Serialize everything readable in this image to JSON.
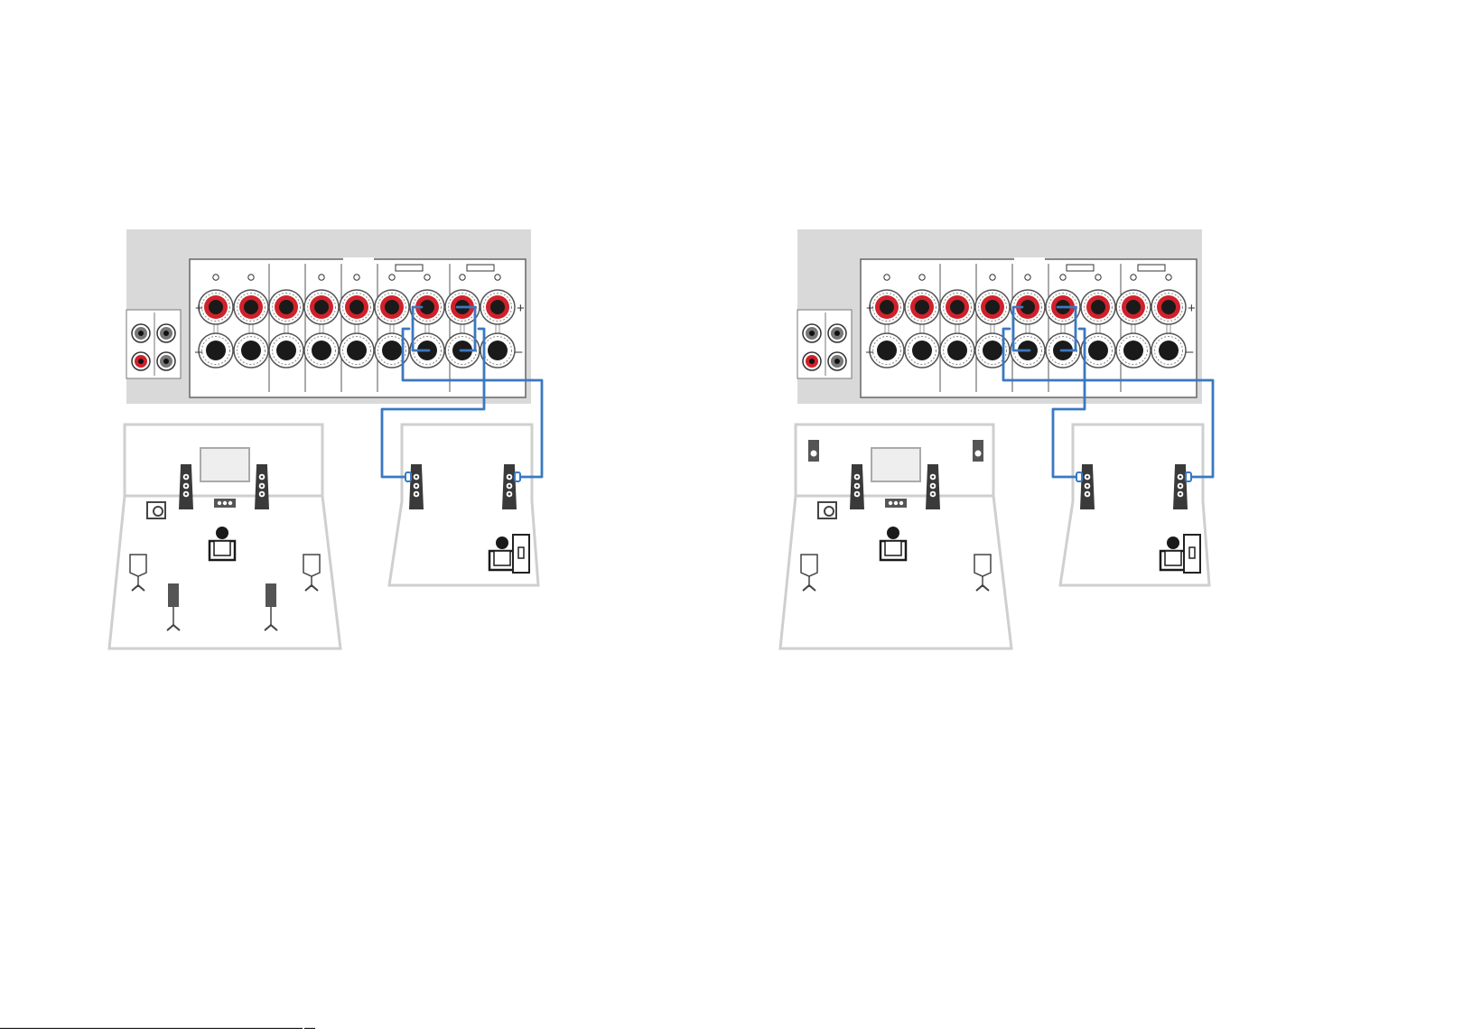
{
  "figure": {
    "panels": [
      {
        "id": "left",
        "bi_amp_pair": [
          7,
          8
        ],
        "room_has_rear_surround": true,
        "room_has_presence_speakers": false
      },
      {
        "id": "right",
        "bi_amp_pair": [
          5,
          6
        ],
        "room_has_rear_surround": false,
        "room_has_presence_speakers": true
      }
    ],
    "terminal_count": 9,
    "colors": {
      "panel_bg": "#d9d9d9",
      "terminal_red": "#d0212b",
      "cable_blue": "#3a78c2",
      "room_line": "#cfcfcf",
      "speaker_dark": "#3a3a3a"
    },
    "icons": [
      "receiver-panel",
      "speaker-terminal",
      "rca-jack",
      "tower-speaker",
      "center-speaker",
      "subwoofer",
      "surround-speaker",
      "presence-speaker",
      "listener",
      "tv-screen",
      "bi-amp-cable"
    ]
  }
}
